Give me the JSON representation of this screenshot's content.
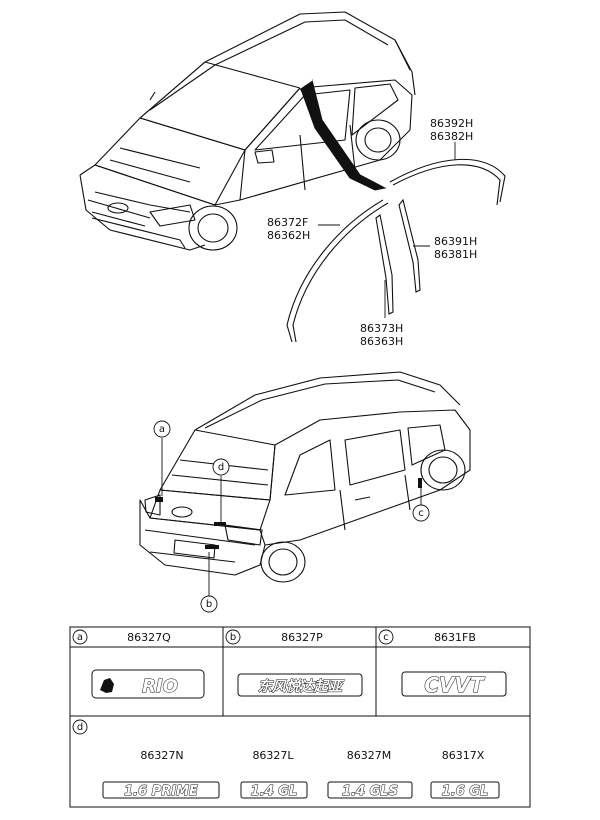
{
  "upper_parts": {
    "roof_moulding": [
      "86392H",
      "86382H"
    ],
    "front_frame": [
      "86372F",
      "86362H"
    ],
    "rear_post": [
      "86391H",
      "86381H"
    ],
    "front_post": [
      "86373H",
      "86363H"
    ]
  },
  "callouts": {
    "a": "a",
    "b": "b",
    "c": "c",
    "d": "d"
  },
  "table": {
    "row1": [
      {
        "key": "a",
        "part": "86327Q",
        "emblem": "RIO"
      },
      {
        "key": "b",
        "part": "86327P",
        "emblem": "东风悦达起亚"
      },
      {
        "key": "c",
        "part": "8631FB",
        "emblem": "CVVT"
      }
    ],
    "row2_key": "d",
    "row2": [
      {
        "part": "86327N",
        "emblem": "1.6 PRIME"
      },
      {
        "part": "86327L",
        "emblem": "1.4 GL"
      },
      {
        "part": "86327M",
        "emblem": "1.4 GLS"
      },
      {
        "part": "86317X",
        "emblem": "1.6 GL"
      }
    ]
  }
}
